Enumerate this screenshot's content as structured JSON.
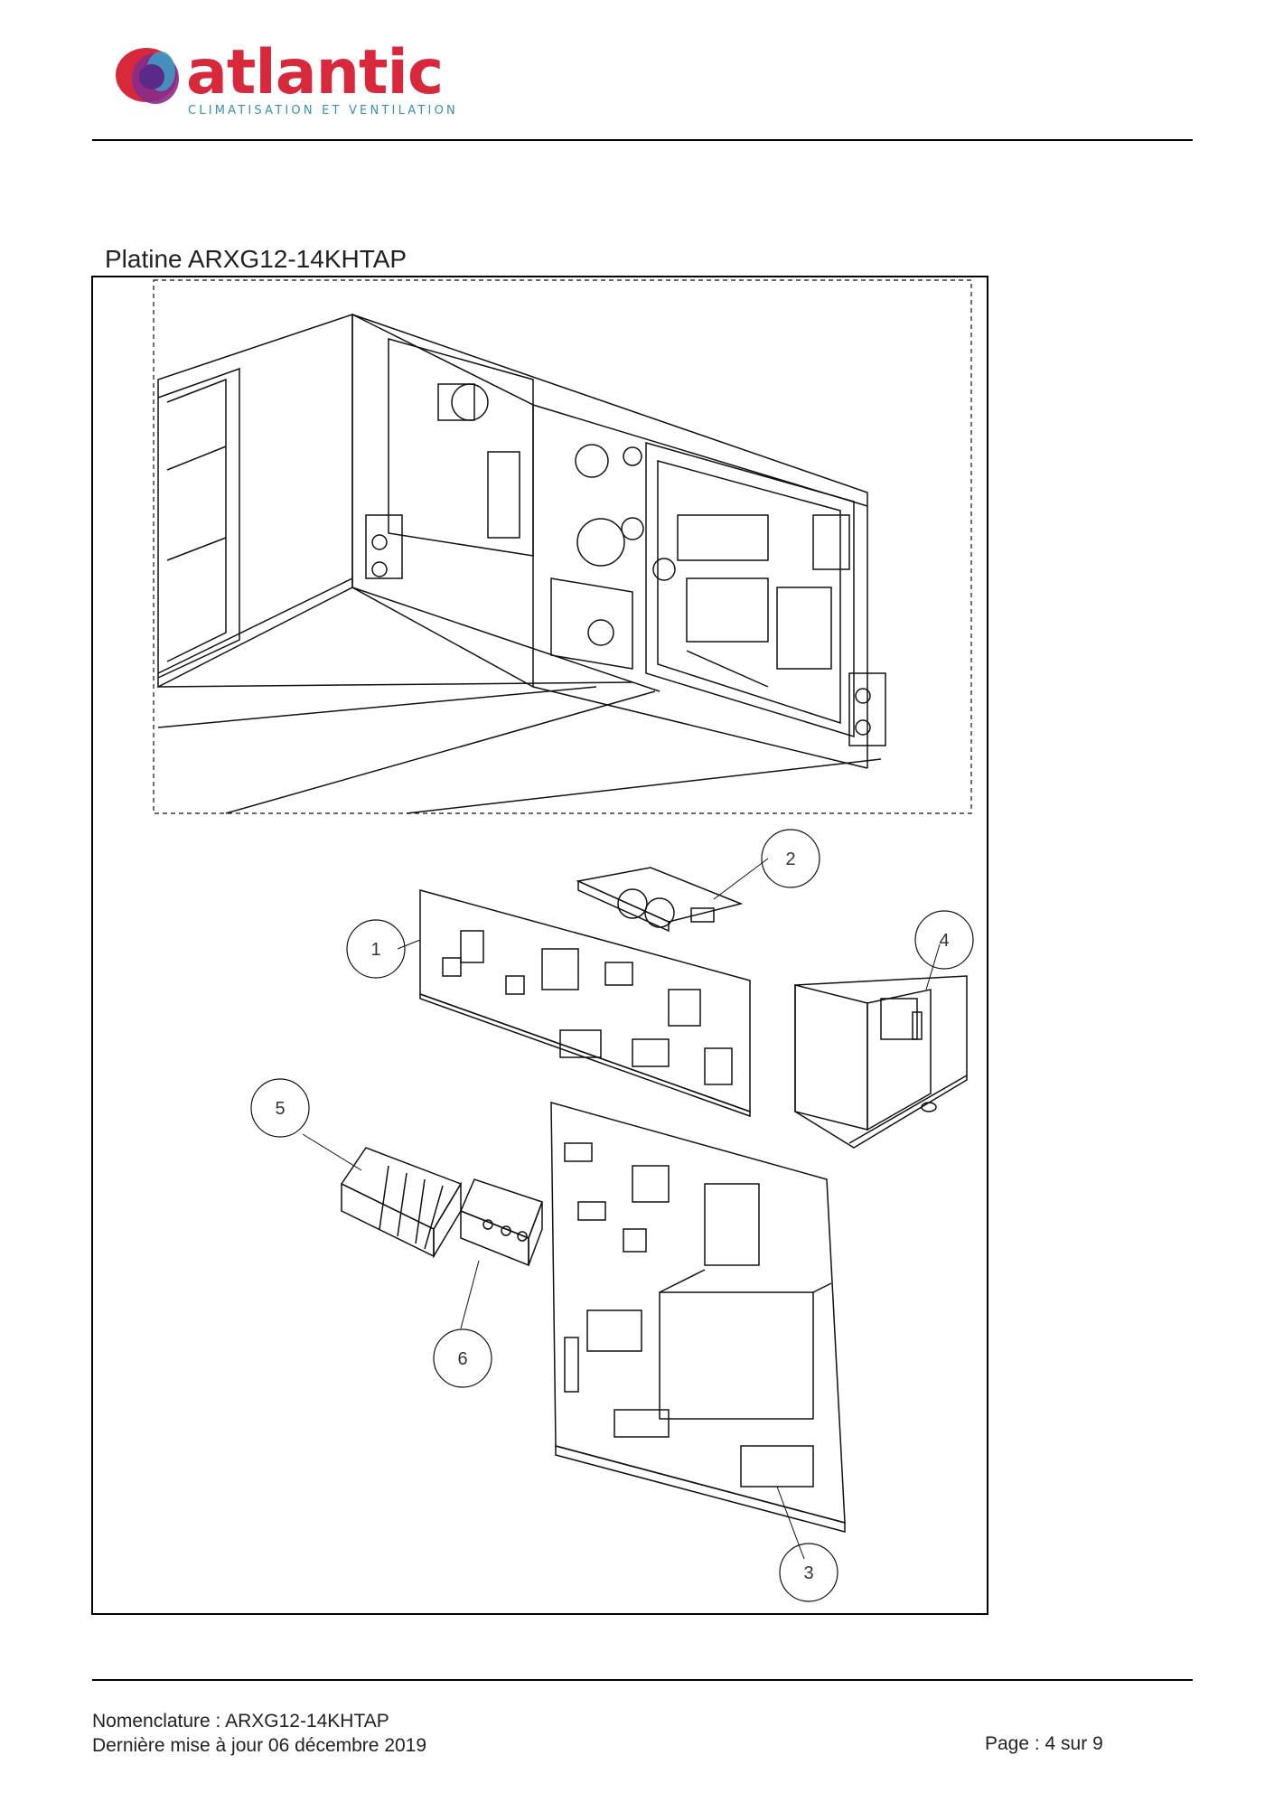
{
  "brand": {
    "name": "atlantic",
    "tagline": "CLIMATISATION ET VENTILATION",
    "colors": {
      "red": "#d8283b",
      "purple": "#8a2a8a",
      "blue": "#3aa0c8"
    }
  },
  "section": {
    "title": "Platine ARXG12-14KHTAP"
  },
  "drawing": {
    "callouts": [
      "1",
      "2",
      "3",
      "4",
      "5",
      "6"
    ]
  },
  "footer": {
    "nomenclature": "Nomenclature : ARXG12-14KHTAP",
    "updated": "Dernière mise à jour 06 décembre 2019",
    "page": "Page : 4 sur 9"
  }
}
